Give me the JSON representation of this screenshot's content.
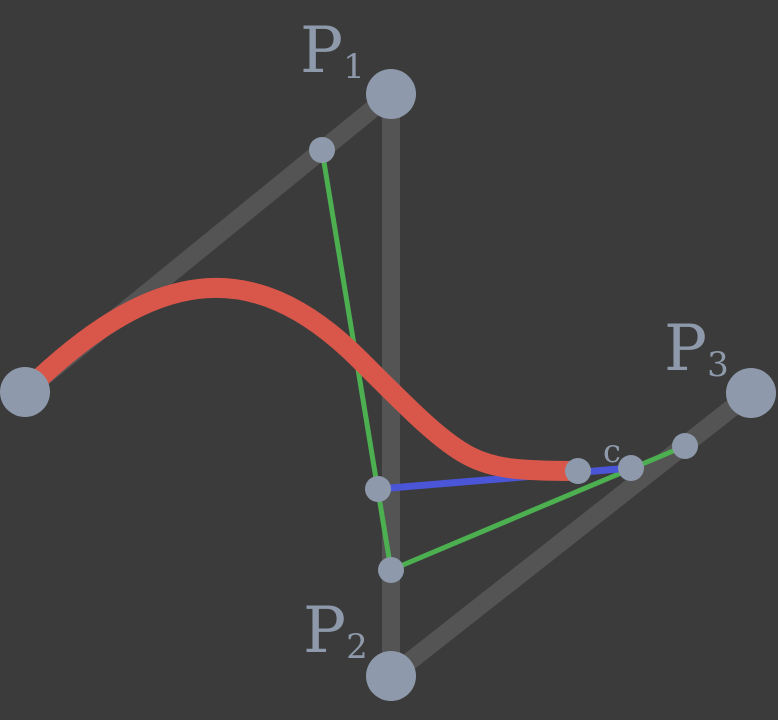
{
  "labels": {
    "p1": {
      "main": "P",
      "sub": "1"
    },
    "p2": {
      "main": "P",
      "sub": "2"
    },
    "p3": {
      "main": "P",
      "sub": "3"
    },
    "c": "c"
  },
  "colors": {
    "background": "#3b3b3b",
    "hull": "#555555",
    "point": "#8e9aab",
    "curve": "#d9574a",
    "green_lines": "#4caf50",
    "blue_line": "#4a55d8",
    "label": "#8e9aab"
  }
}
